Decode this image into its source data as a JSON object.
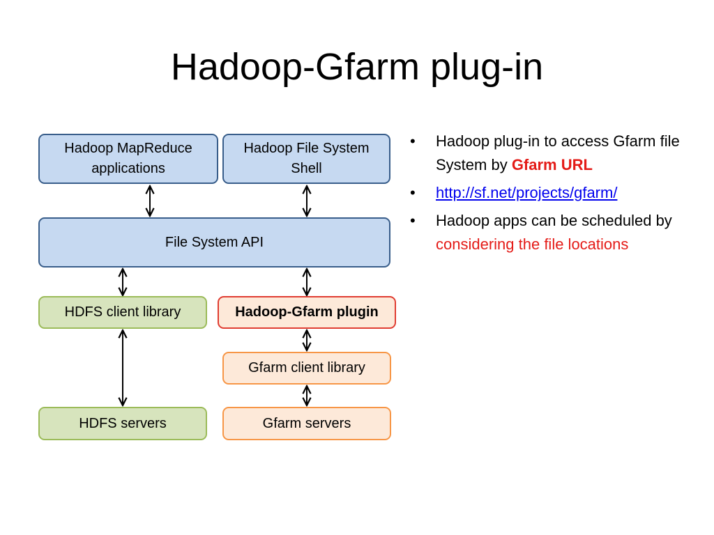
{
  "slide": {
    "title": "Hadoop-Gfarm plug-in"
  },
  "diagram": {
    "mapreduce_line1": "Hadoop MapReduce",
    "mapreduce_line2": "applications",
    "fs_shell_line1": "Hadoop File System",
    "fs_shell_line2": "Shell",
    "fs_api": "File System API",
    "hdfs_client": "HDFS client library",
    "gfarm_plugin": "Hadoop-Gfarm plugin",
    "gfarm_client": "Gfarm client library",
    "hdfs_servers": "HDFS servers",
    "gfarm_servers": "Gfarm servers"
  },
  "bullets": {
    "symbol": "•",
    "item1_text": "Hadoop plug-in to access Gfarm file System by ",
    "item1_highlight": "Gfarm URL",
    "item2_link": "http://sf.net/projects/gfarm/",
    "item3_text": "Hadoop apps can be scheduled by ",
    "item3_highlight": "considering the file locations"
  },
  "colors": {
    "blue_fill": "#c6d9f1",
    "blue_border": "#385d8a",
    "green_fill": "#d7e4bd",
    "green_border": "#9bbb59",
    "orange_fill": "#fde9d9",
    "orange_border": "#f79646",
    "plugin_border": "#e03c31",
    "highlight_red": "#e41b17",
    "link_blue": "#0000ee"
  }
}
